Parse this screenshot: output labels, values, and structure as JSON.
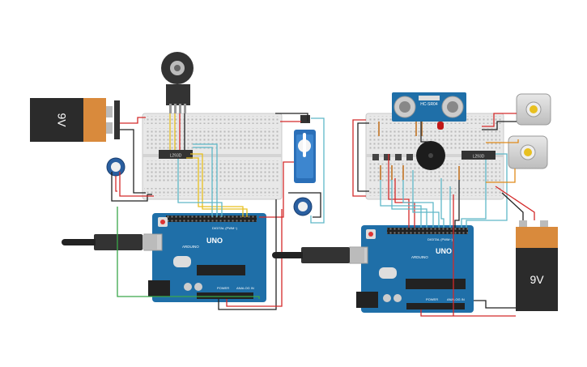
{
  "battery_left": {
    "label": "9V",
    "body_color": "#2b2b2b",
    "cap_color": "#d98a3c"
  },
  "battery_right": {
    "label": "9V",
    "body_color": "#2b2b2b",
    "cap_color": "#d98a3c"
  },
  "arduino_left": {
    "brand": "ARDUINO",
    "model": "UNO",
    "header_top": "DIGITAL (PWM~)",
    "header_power": "POWER",
    "header_analog": "ANALOG IN",
    "color": "#1f6fa8"
  },
  "arduino_right": {
    "brand": "ARDUINO",
    "model": "UNO",
    "header_top": "DIGITAL (PWM~)",
    "header_power": "POWER",
    "header_analog": "ANALOG IN",
    "color": "#1f6fa8"
  },
  "driver_left": {
    "label": "L293D"
  },
  "driver_right": {
    "label": "L293D"
  },
  "ultrasonic": {
    "label": "HC-SR04"
  },
  "wire_colors": {
    "red": "#d42a2a",
    "black": "#222222",
    "yellow": "#e8c020",
    "cyan": "#5fb8c8",
    "green": "#3aa84a",
    "orange": "#e08a1a"
  }
}
